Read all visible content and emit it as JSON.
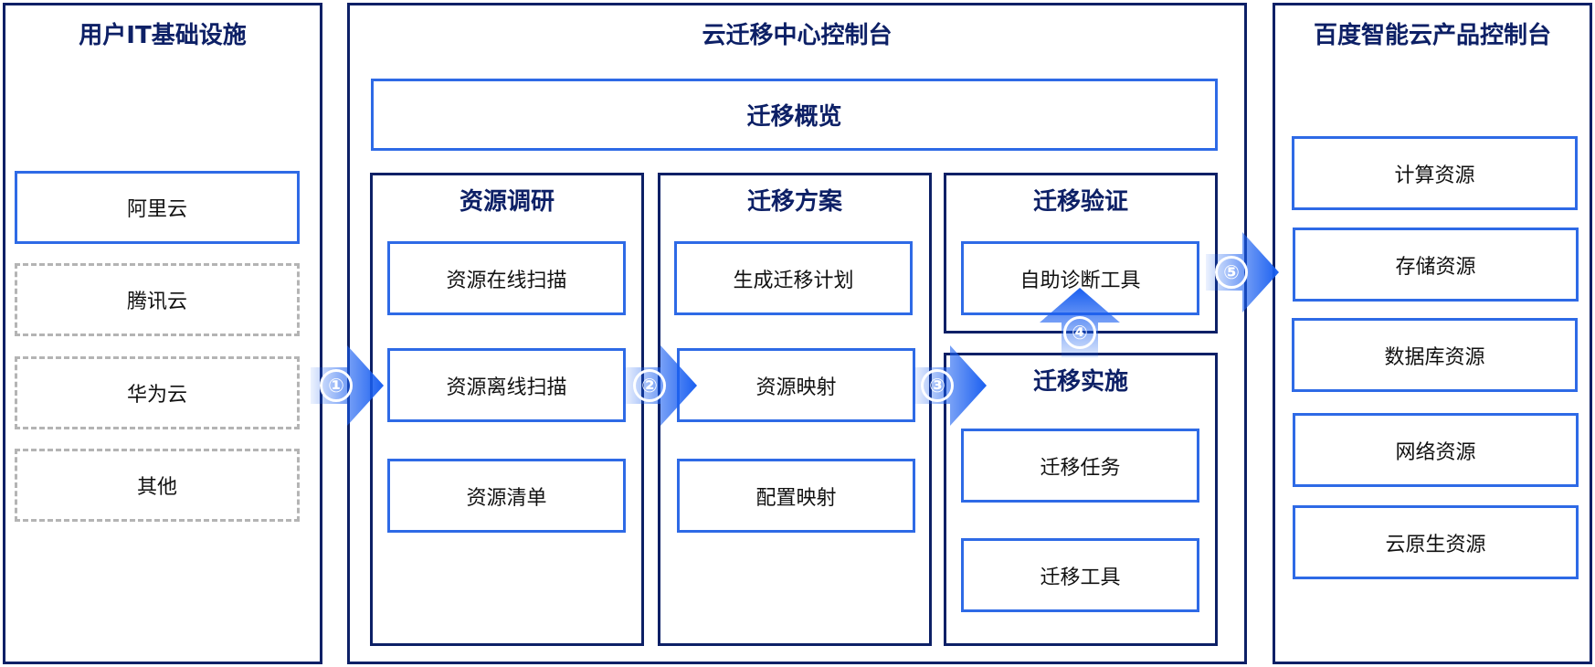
{
  "left_panel": {
    "title": "用户IT基础设施",
    "items": [
      "阿里云",
      "腾讯云",
      "华为云",
      "其他"
    ]
  },
  "center_panel": {
    "title": "云迁移中心控制台",
    "overview": "迁移概览",
    "research": {
      "title": "资源调研",
      "items": [
        "资源在线扫描",
        "资源离线扫描",
        "资源清单"
      ]
    },
    "plan": {
      "title": "迁移方案",
      "items": [
        "生成迁移计划",
        "资源映射",
        "配置映射"
      ]
    },
    "verify": {
      "title": "迁移验证",
      "items": [
        "自助诊断工具"
      ]
    },
    "implement": {
      "title": "迁移实施",
      "items": [
        "迁移任务",
        "迁移工具"
      ]
    }
  },
  "right_panel": {
    "title": "百度智能云产品控制台",
    "items": [
      "计算资源",
      "存储资源",
      "数据库资源",
      "网络资源",
      "云原生资源"
    ]
  },
  "steps": [
    "①",
    "②",
    "③",
    "④",
    "⑤"
  ],
  "colors": {
    "dark_navy": "#0d2066",
    "box_blue": "#2e6ae6",
    "arrow_blue": "#1a5ff0",
    "dashed_gray": "#b4b4b4"
  }
}
